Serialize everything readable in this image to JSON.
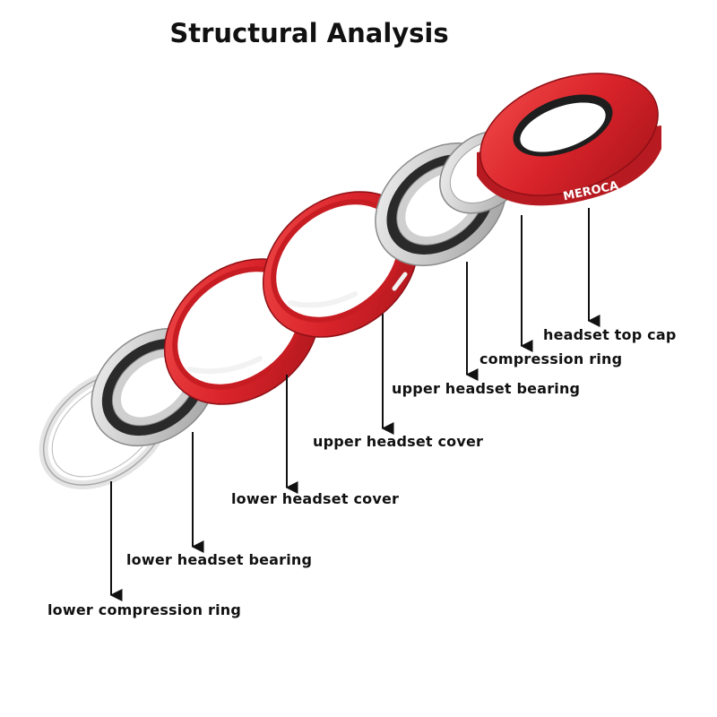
{
  "title": "Structural Analysis",
  "brand": "MEROCA",
  "colors": {
    "red_anodized": "#d9232a",
    "silver": "#d6d6d6",
    "bearing_seal": "#222222",
    "arrow": "#111111"
  },
  "components": [
    {
      "id": "headset-top-cap",
      "label": "headset top cap"
    },
    {
      "id": "compression-ring",
      "label": "compression ring"
    },
    {
      "id": "upper-headset-bearing",
      "label": "upper headset bearing"
    },
    {
      "id": "upper-headset-cover",
      "label": "upper headset cover"
    },
    {
      "id": "lower-headset-cover",
      "label": "lower headset cover"
    },
    {
      "id": "lower-headset-bearing",
      "label": "lower headset bearing"
    },
    {
      "id": "lower-compression-ring",
      "label": "lower compression ring"
    }
  ]
}
